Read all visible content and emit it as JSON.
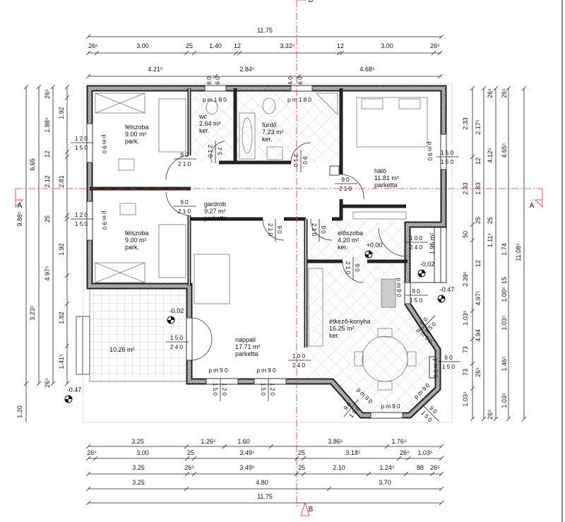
{
  "section": {
    "a_left": "A",
    "a_right": "A",
    "b_top": "B",
    "b_bottom": "B",
    "color": "#e0303a"
  },
  "dims": {
    "top": [
      [
        "11.75"
      ],
      [
        "26⁵",
        "3.00",
        "25",
        "1.40",
        "12",
        "3.32⁵",
        "12",
        "3.00",
        "26⁵"
      ],
      [
        "4.21⁵",
        "2.84⁵",
        "4.68⁵"
      ]
    ],
    "bottom": [
      [
        "3.25",
        "1.26⁵",
        "1.60",
        "3.86⁵",
        "1.76⁵"
      ],
      [
        "26⁵",
        "3.00",
        "25",
        "3.49⁵",
        "25",
        "3.18⁵",
        "26⁵",
        "1.03⁵"
      ],
      [
        "3.25",
        "26⁵",
        "3.49⁵",
        "25",
        "2.10",
        "1.24⁵",
        "88",
        "26⁵"
      ],
      [
        "3.25",
        "4.80",
        "3.70"
      ],
      [
        "11.75"
      ]
    ],
    "left": [
      [
        "9.88⁵",
        "1.20"
      ],
      [
        "6.65",
        "3.23⁵"
      ],
      [
        "26⁵",
        "1.88⁵",
        "12",
        "2.12",
        "25",
        "4.97⁵",
        "26⁵"
      ],
      [
        "1.92",
        "2.81",
        "1.92",
        "1.82",
        "1.41⁵"
      ]
    ],
    "right": [
      [
        "2.33",
        "2.33",
        "50",
        "2.39⁵",
        "1.03⁵",
        "73",
        "73",
        "1.03⁵"
      ],
      [
        "2.17⁵",
        "12",
        "1.83",
        "25",
        "12",
        "4.97⁵",
        "4.94",
        "26⁵"
      ],
      [
        "26⁵",
        "4.12⁵",
        "25",
        "1.11⁵",
        "26⁵"
      ],
      [
        "26⁵",
        "4.65⁵",
        "1.74",
        "15",
        "1.00⁵",
        "1.03⁵",
        "1.46⁵",
        "1.03⁵"
      ],
      [
        "11.08⁵"
      ]
    ]
  },
  "rooms": [
    {
      "name": "félszoba",
      "area": "9.00 m²",
      "floor": "park."
    },
    {
      "name": "félszoba",
      "area": "9.00 m²",
      "floor": "park."
    },
    {
      "name": "wc",
      "area": "2.64 m²",
      "floor": "ker."
    },
    {
      "name": "fürdő",
      "area": "7.23 m²",
      "floor": "ker."
    },
    {
      "name": "háló",
      "area": "11.81 m²",
      "floor": "parketta"
    },
    {
      "name": "gardrob",
      "area": "9.27 m²",
      "floor": "parketta"
    },
    {
      "name": "előszoba",
      "area": "4.20 m²",
      "floor": "ker."
    },
    {
      "name": "nappali",
      "area": "17.71 m²",
      "floor": "parketta"
    },
    {
      "name": "étkező-konyha",
      "area": "16.25 m²",
      "floor": "ker."
    },
    {
      "name": "",
      "area": "10.26 m²",
      "floor": ""
    },
    {
      "name": "",
      "area": "1.96 m²",
      "floor": ""
    }
  ],
  "elevations": [
    "+0,00",
    "-0,02",
    "-0,02",
    "-0.47",
    "-0.47"
  ],
  "openings": [
    {
      "w": "120",
      "h": "150"
    },
    {
      "w": "120",
      "h": "150"
    },
    {
      "w": "90",
      "h": "210"
    },
    {
      "w": "90",
      "h": "210"
    },
    {
      "w": "75",
      "h": "210"
    },
    {
      "w": "90",
      "h": "210"
    },
    {
      "w": "90",
      "h": "210"
    },
    {
      "w": "90",
      "h": "210"
    },
    {
      "w": "90",
      "h": "210"
    },
    {
      "w": "90",
      "h": "210"
    },
    {
      "w": "100",
      "h": "240"
    },
    {
      "w": "150",
      "h": "150"
    },
    {
      "w": "90",
      "h": "150"
    },
    {
      "w": "150",
      "h": "240"
    },
    {
      "w": "100",
      "h": "240"
    },
    {
      "w": "120",
      "h": "150"
    },
    {
      "w": "120",
      "h": "150"
    },
    {
      "w": "90",
      "h": "150"
    },
    {
      "w": "90",
      "h": "150"
    },
    {
      "w": "90",
      "h": "150"
    },
    {
      "w": "90",
      "h": "150"
    }
  ],
  "frame_labels": [
    "pm180",
    "pm180",
    "pm90",
    "pm90",
    "pm90",
    "pm90",
    "pm90",
    "pm90",
    "pm90",
    "pm90",
    "pm90",
    "pm90",
    "pm90",
    "60",
    "60",
    "60",
    "60"
  ]
}
